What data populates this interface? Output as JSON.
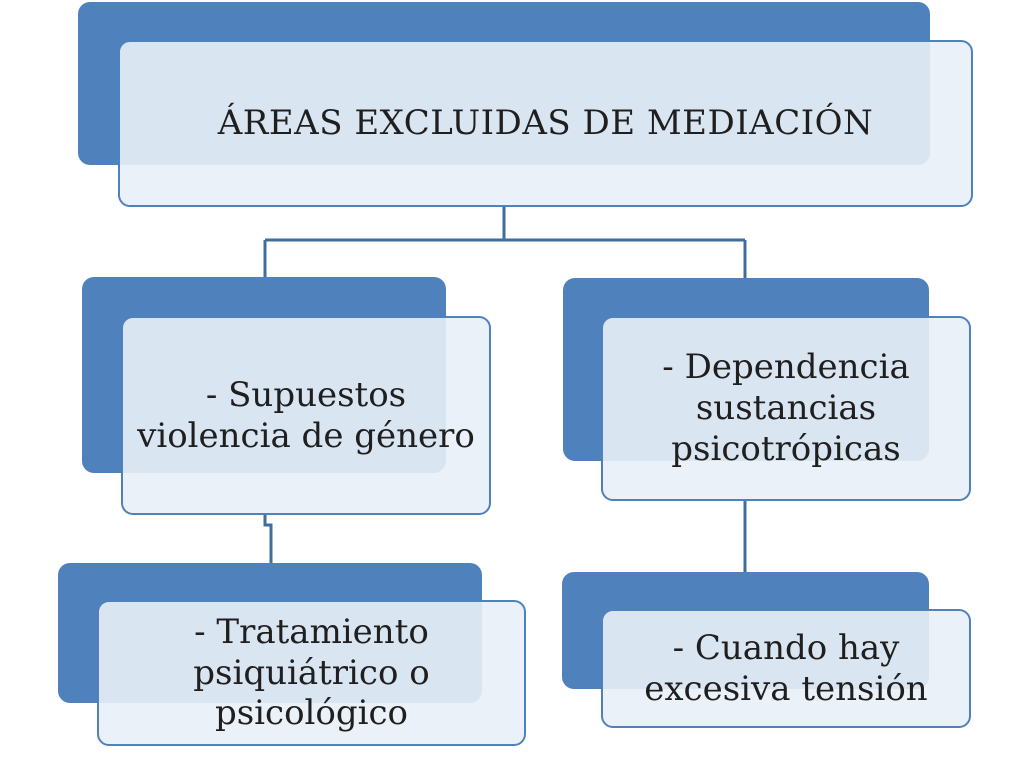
{
  "diagram": {
    "colors": {
      "box_fill": "#4f81bd",
      "box_overlay": "#e9eff7",
      "border": "#4f81bd",
      "connector": "#3f6d9e",
      "text": "#1f1f1f"
    },
    "root": {
      "label": "ÁREAS EXCLUIDAS DE MEDIACIÓN"
    },
    "left": {
      "label": "- Supuestos\nviolencia de género"
    },
    "right": {
      "label": "- Dependencia\nsustancias\npsicotrópicas"
    },
    "left_child": {
      "label": "- Tratamiento\npsiquiátrico o\npsicológico"
    },
    "right_child": {
      "label": "- Cuando hay\nexcesiva tensión"
    }
  }
}
